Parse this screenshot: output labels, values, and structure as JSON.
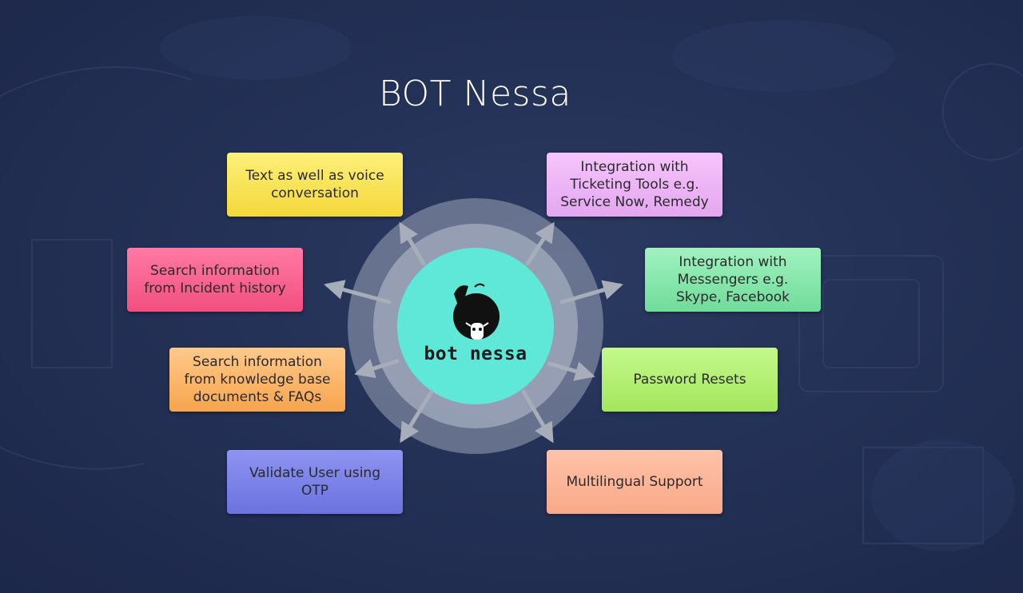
{
  "title": "BOT Nessa",
  "hub": {
    "label": "bot nessa",
    "logo_icon": "bot-head-logo-icon",
    "colors": {
      "outer_ring": "#9aa4b8",
      "inner_ring": "#b4bdcb",
      "core": "#5fe8d8"
    }
  },
  "features": {
    "text_voice": "Text as well as voice conversation",
    "incident_history": "Search information from Incident history",
    "knowledge_base": "Search information from knowledge base documents & FAQs",
    "validate_otp": "Validate User using OTP",
    "ticketing": "Integration with Ticketing Tools e.g. Service Now, Remedy",
    "messengers": "Integration with Messengers e.g. Skype, Facebook",
    "password_resets": "Password Resets",
    "multilingual": "Multilingual Support"
  },
  "arrow_color": "#a7adb9"
}
